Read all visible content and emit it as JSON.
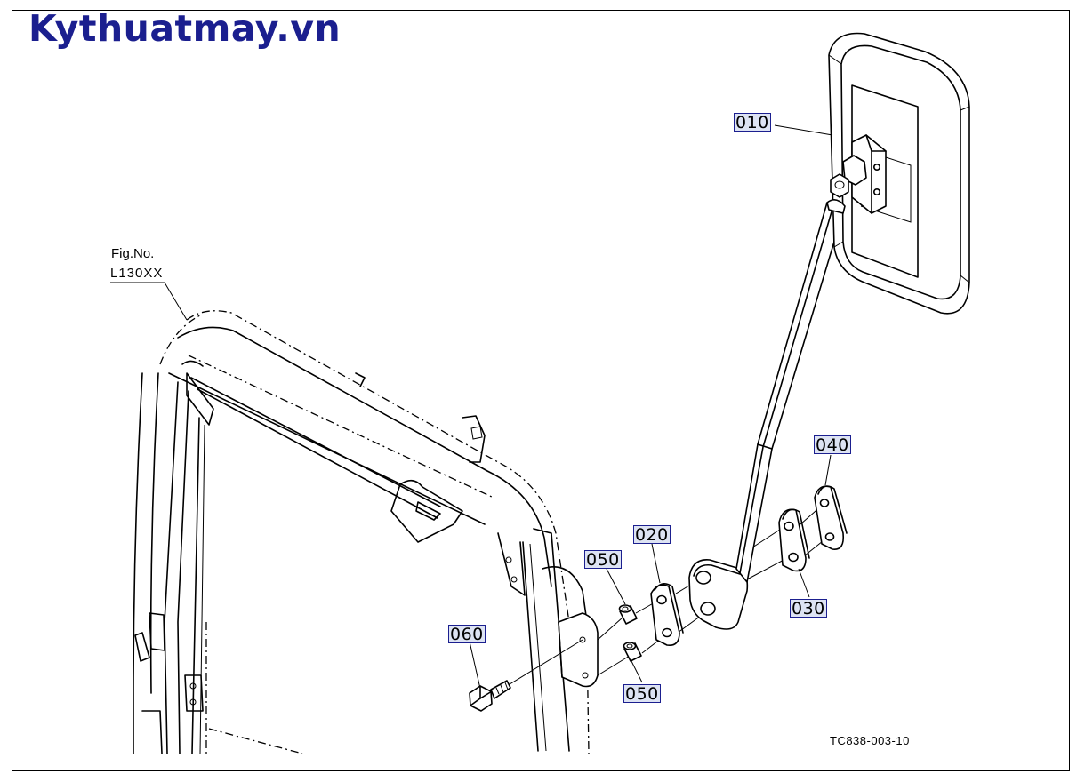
{
  "brand": "Kythuatmay.vn",
  "figure": {
    "label": "Fig.No.",
    "code": "L130XX"
  },
  "drawing_id": "TC838-003-10",
  "callouts": {
    "p010": "010",
    "p020": "020",
    "p030": "030",
    "p040": "040",
    "p050a": "050",
    "p050b": "050",
    "p060": "060"
  },
  "colors": {
    "brand": "#1b1f8f",
    "callout_bg": "#dde3f3",
    "line": "#000000"
  }
}
